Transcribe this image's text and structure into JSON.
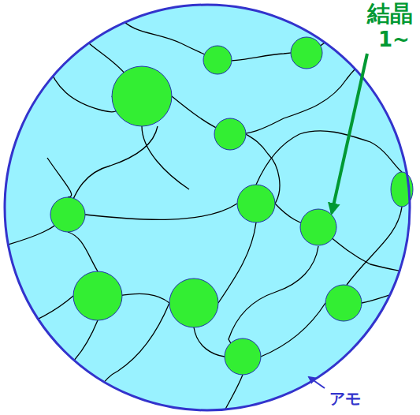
{
  "diagram": {
    "labels": [
      "結晶",
      "1~",
      "アモ"
    ]
  }
}
